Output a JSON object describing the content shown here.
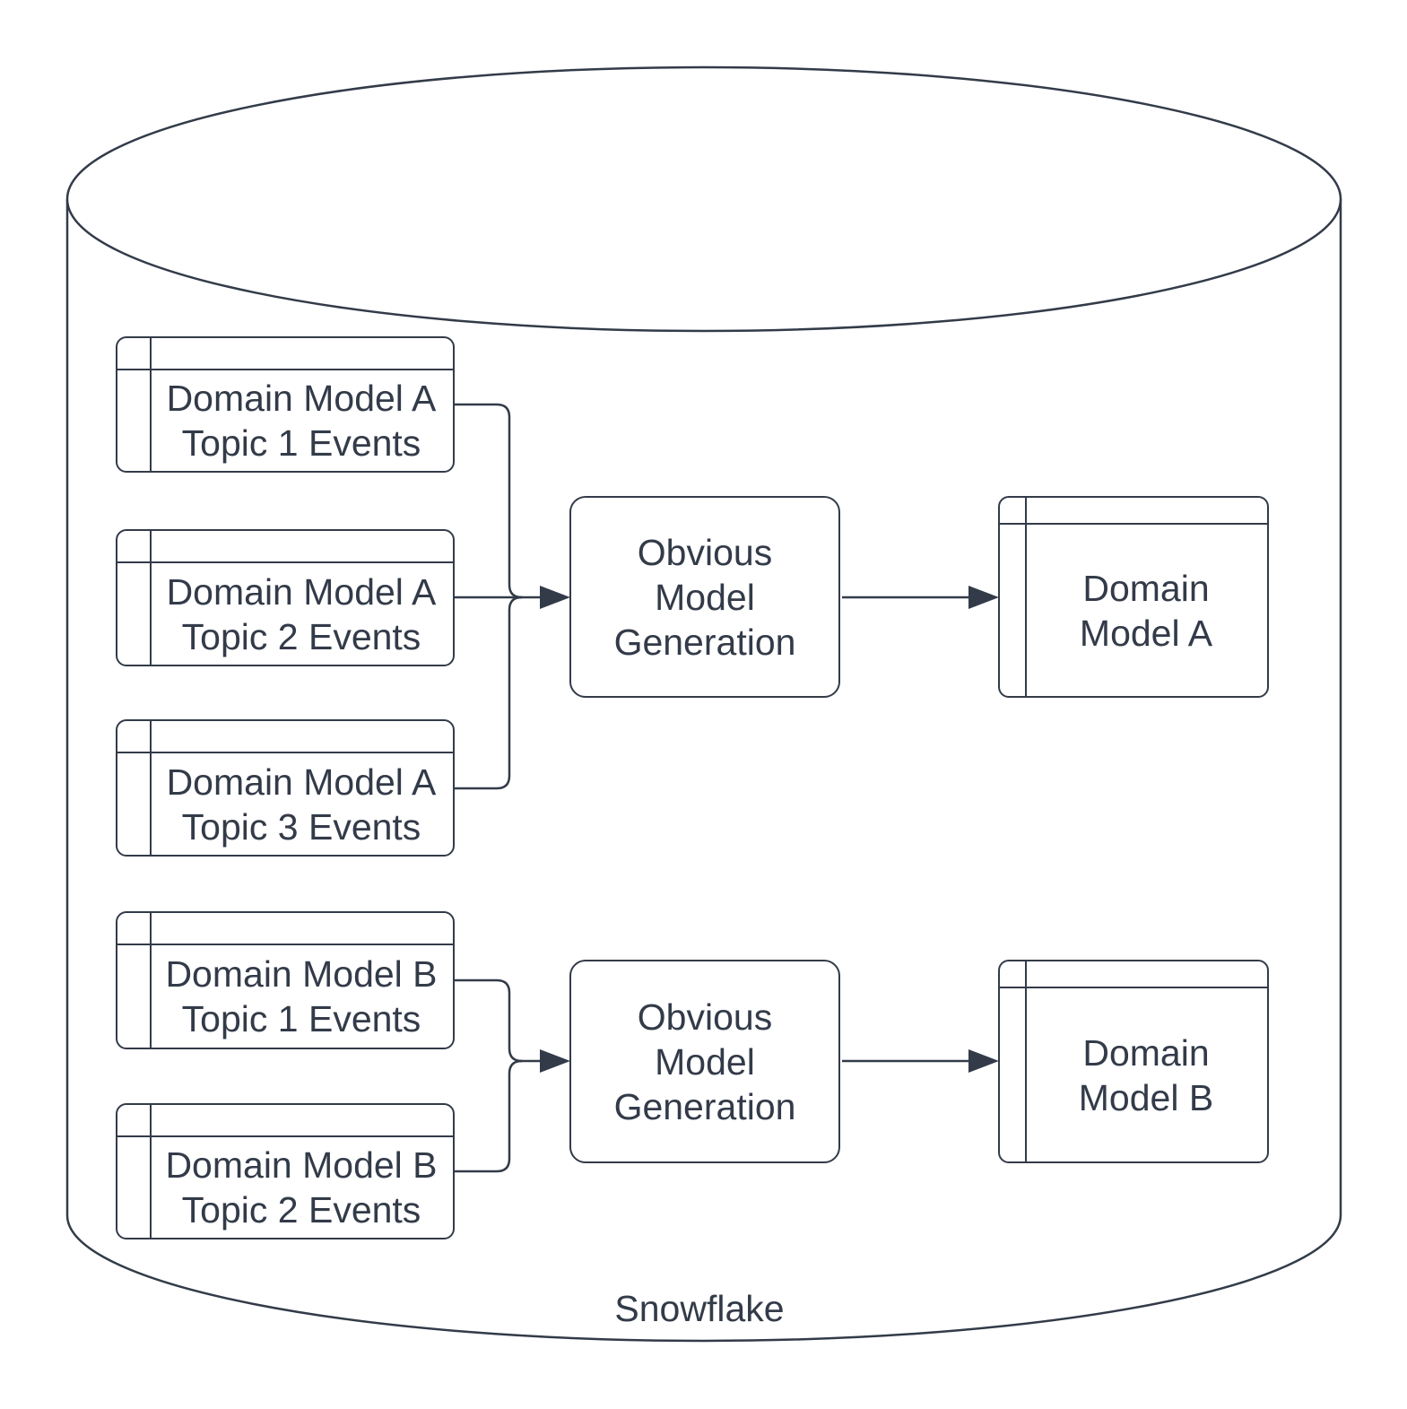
{
  "colors": {
    "stroke": "#333b49",
    "background": "#ffffff"
  },
  "cylinder": {
    "label": "Snowflake"
  },
  "groups": [
    {
      "id": "A",
      "sources": [
        {
          "label": "Domain Model A\nTopic 1 Events"
        },
        {
          "label": "Domain Model A\nTopic 2 Events"
        },
        {
          "label": "Domain Model A\nTopic 3 Events"
        }
      ],
      "process": {
        "label": "Obvious\nModel\nGeneration"
      },
      "output": {
        "label": "Domain\nModel A"
      }
    },
    {
      "id": "B",
      "sources": [
        {
          "label": "Domain Model B\nTopic 1 Events"
        },
        {
          "label": "Domain Model B\nTopic 2 Events"
        }
      ],
      "process": {
        "label": "Obvious\nModel\nGeneration"
      },
      "output": {
        "label": "Domain\nModel B"
      }
    }
  ]
}
